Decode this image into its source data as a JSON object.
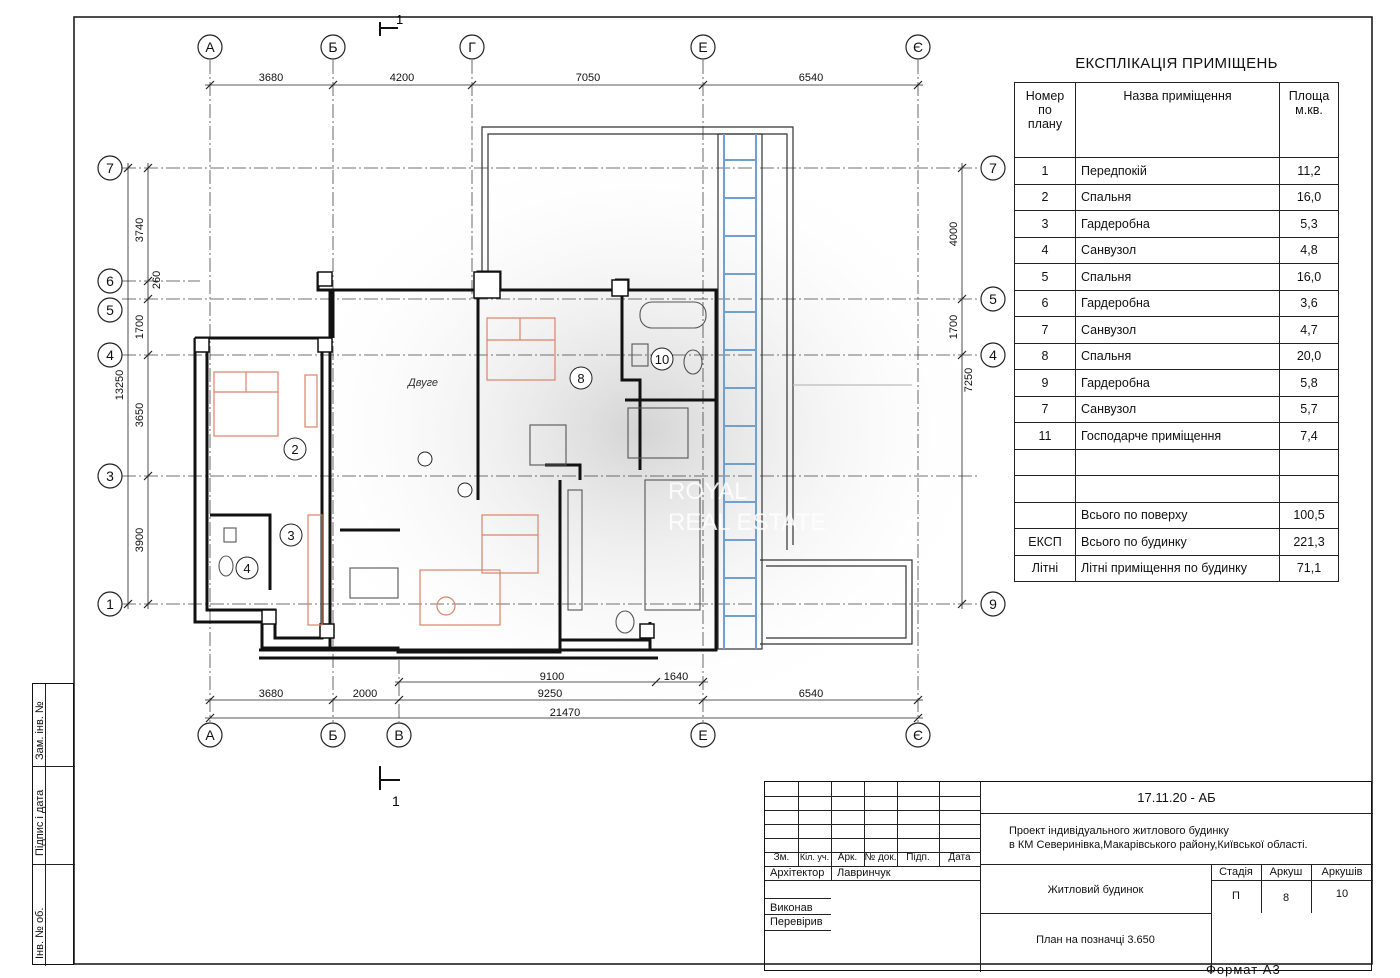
{
  "axes_top": [
    "А",
    "Б",
    "Г",
    "Е",
    "Є"
  ],
  "axes_bottom": [
    "А",
    "Б",
    "В",
    "Е",
    "Є"
  ],
  "axes_left": [
    "7",
    "6",
    "5",
    "4",
    "3",
    "1"
  ],
  "axes_right": [
    "7",
    "5",
    "4",
    "9"
  ],
  "dims_top": [
    "3680",
    "4200",
    "7050",
    "6540"
  ],
  "dims_bottom_inner": [
    "9100",
    "1640"
  ],
  "dims_bottom_outer": [
    "3680",
    "2000",
    "9250",
    "6540"
  ],
  "dim_total": "21470",
  "dims_left": [
    "3740",
    "260",
    "1700",
    "3650",
    "3900"
  ],
  "dim_left_total": "13250",
  "dims_right": [
    "4000",
    "1700",
    "7250"
  ],
  "section_mark": "1",
  "room_numbers": [
    "2",
    "3",
    "4",
    "8",
    "10"
  ],
  "room_label_misc": "Двуге",
  "watermark": {
    "line1": "ROYAL",
    "line2": "REAL ESTATE"
  },
  "explication": {
    "title": "ЕКСПЛІКАЦІЯ ПРИМІЩЕНЬ",
    "header": {
      "num": "Номер по плану",
      "name": "Назва приміщення",
      "area": "Площа м.кв."
    },
    "rows": [
      {
        "num": "1",
        "name": "Передпокій",
        "area": "11,2"
      },
      {
        "num": "2",
        "name": "Спальня",
        "area": "16,0"
      },
      {
        "num": "3",
        "name": "Гардеробна",
        "area": "5,3"
      },
      {
        "num": "4",
        "name": "Санвузол",
        "area": "4,8"
      },
      {
        "num": "5",
        "name": "Спальня",
        "area": "16,0"
      },
      {
        "num": "6",
        "name": "Гардеробна",
        "area": "3,6"
      },
      {
        "num": "7",
        "name": "Санвузол",
        "area": "4,7"
      },
      {
        "num": "8",
        "name": "Спальня",
        "area": "20,0"
      },
      {
        "num": "9",
        "name": "Гардеробна",
        "area": "5,8"
      },
      {
        "num": "7",
        "name": "Санвузол",
        "area": "5,7"
      },
      {
        "num": "11",
        "name": "Господарче приміщення",
        "area": "7,4"
      },
      {
        "num": "",
        "name": "",
        "area": ""
      },
      {
        "num": "",
        "name": "",
        "area": ""
      },
      {
        "num": "",
        "name": "Всього по поверху",
        "area": "100,5"
      },
      {
        "num": "ЕКСП",
        "name": "Всього по будинку",
        "area": "221,3"
      },
      {
        "num": "Літні",
        "name": "Літні приміщення по будинку",
        "area": "71,1"
      }
    ]
  },
  "stamp": {
    "code": "17.11.20 - АБ",
    "project_line1": "Проект індивідуального житлового будинку",
    "project_line2": "в КМ Северинівка,Макарівського району,Київської області.",
    "col_headers": [
      "Зм.",
      "Кіл. уч.",
      "Арк.",
      "№ док.",
      "Підп.",
      "Дата"
    ],
    "role1": "Архітектор",
    "person1": "Лавринчук",
    "role2": "Виконав",
    "role3": "Перевірив",
    "building": "Житловий будинок",
    "stage_label": "Стадія",
    "sheet_label": "Аркуш",
    "sheets_label": "Аркушів",
    "stage": "П",
    "sheet": "8",
    "sheets": "10",
    "plan_title": "План на позначці 3.650"
  },
  "side_labels": [
    "Зам. інв. №",
    "Підпис і дата",
    "Інв. № об."
  ],
  "format": "Формат А3",
  "colors": {
    "line": "#222222",
    "furniture": "#d9846a",
    "stair": "#6fa0d0"
  }
}
